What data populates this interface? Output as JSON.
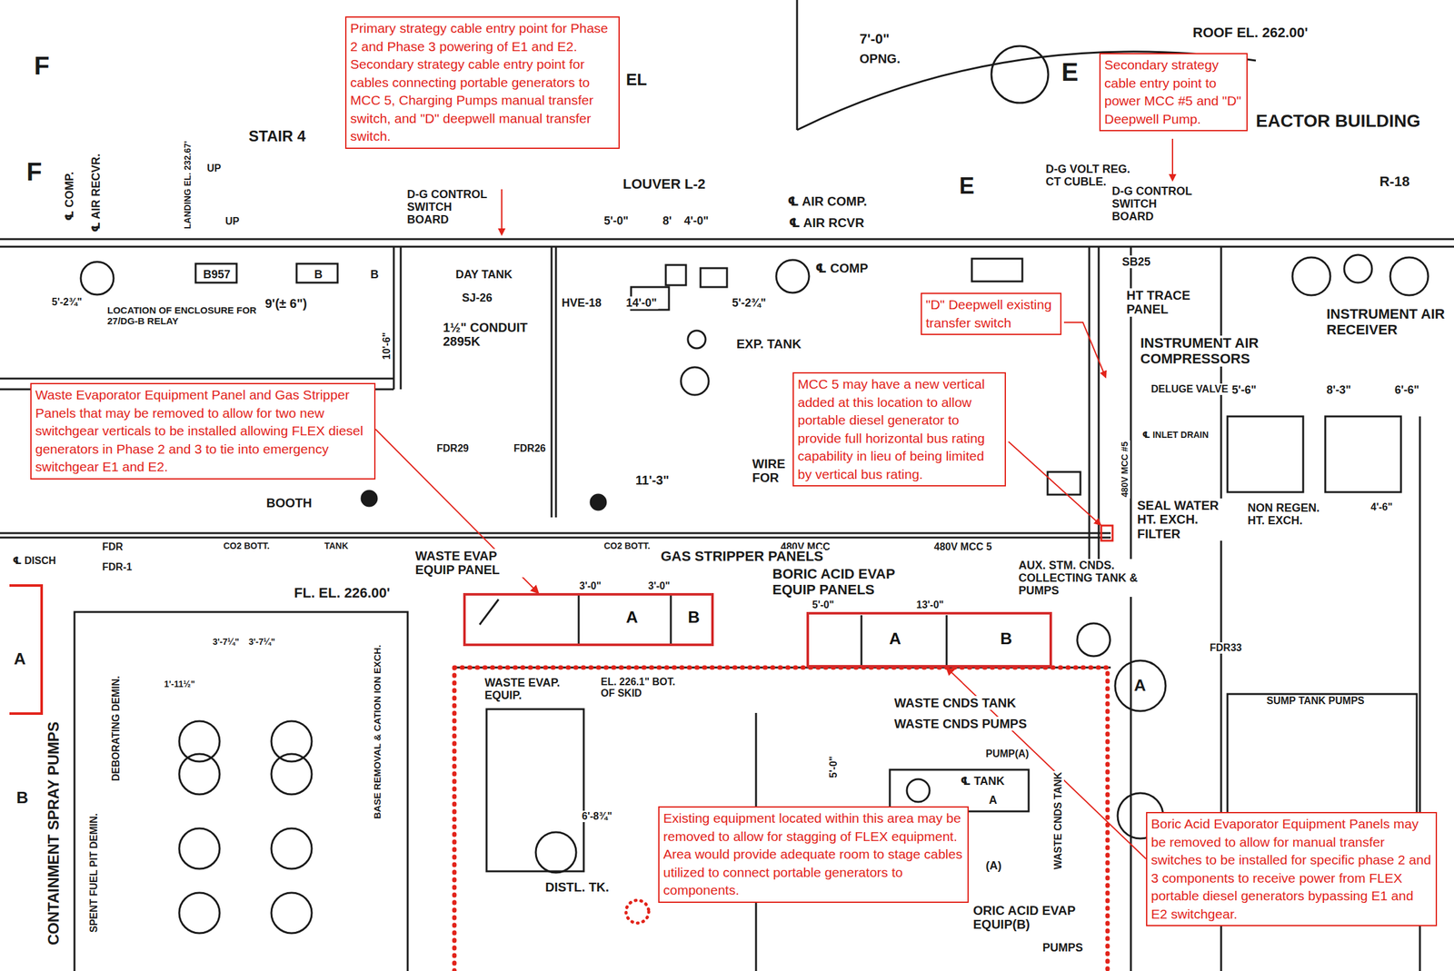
{
  "diagram": {
    "nodes": [
      {
        "text": [
          "Primary strategy cable entry point for Phase 2 and Phase 3 powering of E1 and E2.",
          "Secondary strategy cable entry point for cables connecting portable generators to MCC 5, Charging Pumps manual transfer switch, and \"D\" deepwell manual transfer switch."
        ]
      },
      {
        "text": [
          "Secondary strategy cable entry point to power MCC #5 and \"D\" Deepwell Pump."
        ]
      },
      {
        "text": [
          "\"D\" Deepwell existing transfer switch"
        ]
      },
      {
        "text": [
          "MCC 5 may have a new vertical added at this location to allow portable diesel generator to provide full horizontal bus rating capability in lieu of being limited by vertical bus rating."
        ]
      },
      {
        "text": [
          "Waste Evaporator Equipment Panel and Gas Stripper Panels that may be removed to allow for two new switchgear verticals to be installed allowing FLEX diesel generators in Phase 2 and 3 to tie into emergency switchgear E1 and E2."
        ]
      },
      {
        "text": [
          "A",
          "B"
        ]
      },
      {
        "text": [
          "A",
          "B"
        ]
      },
      {
        "text": [
          "Existing equipment located within this area may be removed to allow for stagging of FLEX equipment.",
          "Area would provide adequate room to stage cables utilized to connect portable generators to components."
        ]
      },
      {
        "text": [
          "Boric Acid Evaporator Equipment Panels may be removed to allow for manual transfer switches to be installed for specific phase 2 and 3 components to receive power from FLEX portable diesel generators bypassing E1 and E2 switchgear."
        ]
      }
    ],
    "edges": [
      {
        "from": 4,
        "to": 5,
        "arrow": "to"
      },
      {
        "from": 8,
        "to": 6,
        "arrow": "to"
      }
    ],
    "labels": [
      "F",
      "F",
      "7'-0\"",
      "OPNG.",
      "E",
      "ROOF EL. 262.00'",
      "EL",
      "EACTOR BUILDING",
      "STAIR 4",
      "℄ COMP.",
      "℄ AIR RECVR.",
      "LANDING EL. 232.67'",
      "UP",
      "UP",
      "E",
      "LOUVER L-2",
      "D-G CONTROL SWITCH BOARD",
      "D-G VOLT REG. CT CUBLE.",
      "D-G CONTROL SWITCH BOARD",
      "R-18",
      "℄ AIR COMP.",
      "℄ AIR RCVR",
      "5'-0\"",
      "8'",
      "4'-0\"",
      "SB25",
      "SJ-26",
      "DAY TANK",
      "B957",
      "B",
      "B",
      "LOCATION OF ENCLOSURE FOR 27/DG-B RELAY",
      "9'(± 6\")",
      "5'-2¾\"",
      "1½\" CONDUIT 2895K",
      "10'-6\"",
      "HVE-18",
      "14'-0\"",
      "5'-2¾\"",
      "℄ COMP",
      "EXP. TANK",
      "HT TRACE PANEL",
      "INSTRUMENT AIR COMPRESSORS",
      "INSTRUMENT AIR RECEIVER",
      "DELUGE VALVE",
      "5'-6\"",
      "8'-3\"",
      "6'-6\"",
      "℄ INLET DRAIN",
      "480V MCC #5",
      "SEAL WATER HT. EXCH. FILTER",
      "NON REGEN. HT. EXCH.",
      "4'-6\"",
      "WIRE FOR",
      "11'-3\"",
      "FDR29",
      "FDR26",
      "BOOTH",
      "FDR",
      "TANK",
      "CO2 BOTT.",
      "CO2 BOTT.",
      "480V MCC",
      "480V MCC 5",
      "℄ DISCH",
      "FDR-1",
      "WASTE EVAP EQUIP PANEL",
      "GAS STRIPPER PANELS",
      "BORIC ACID EVAP EQUIP PANELS",
      "AUX. STM. CNDS. COLLECTING TANK & PUMPS",
      "FL. EL. 226.00'",
      "3'-0\"",
      "3'-0\"",
      "5'-0\"",
      "13'-0\"",
      "A",
      "FDR33",
      "WASTE EVAP. EQUIP.",
      "EL. 226.1\" BOT. OF SKID",
      "WASTE CNDS TANK",
      "WASTE CNDS PUMPS",
      "PUMP(A)",
      "℄ TANK",
      "A",
      "DISTL. TK.",
      "6'-8¾\"",
      "(A)",
      "ORIC ACID EVAP EQUIP(B)",
      "PUMPS",
      "SUMP TANK PUMPS",
      "DEBORATING DEMIN.",
      "BASE REMOVAL & CATION ION EXCH.",
      "SPENT FUEL PIT DEMIN.",
      "CONTAINMENT SPRAY PUMPS",
      "3'-7¼\"",
      "3'-7¼\"",
      "1'-11½\"",
      "A",
      "B",
      "5'-0\"",
      "WASTE CNDS TANK"
    ]
  }
}
